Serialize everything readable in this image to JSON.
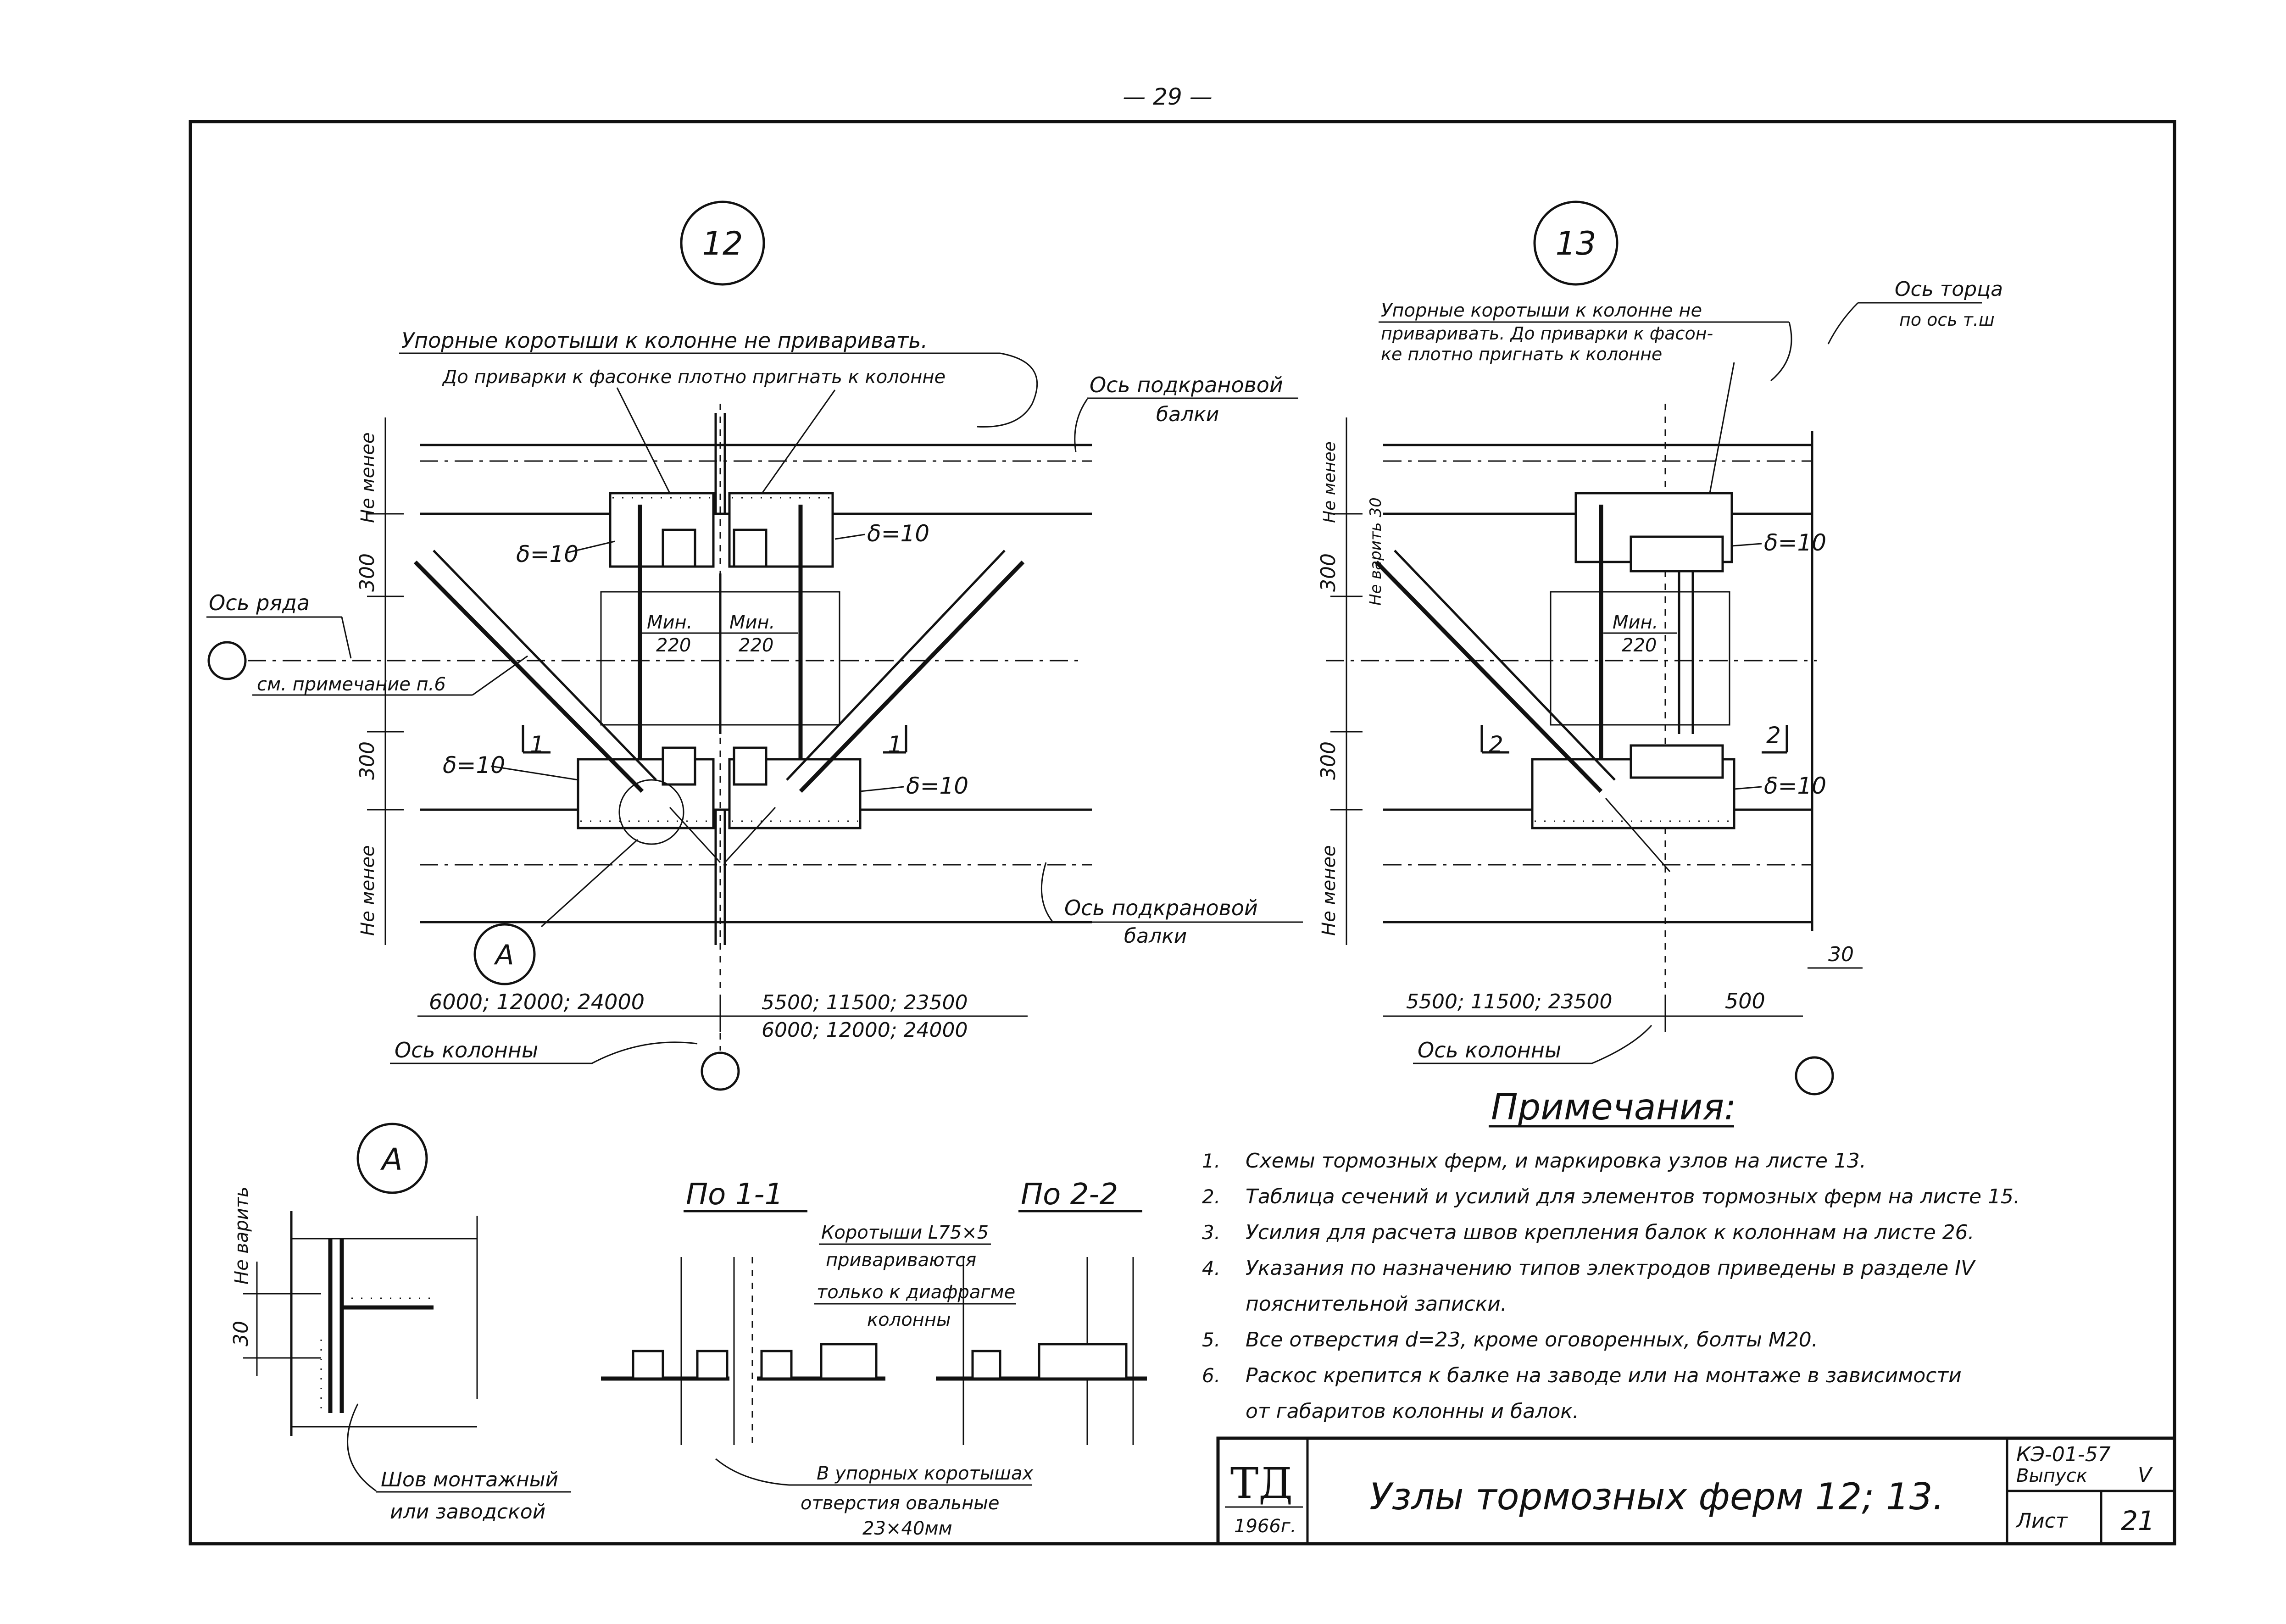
{
  "page_number": "— 29 —",
  "node12": {
    "id": "12",
    "note_top_1": "Упорные коротыши к колонне не приваривать.",
    "note_top_2": "До приварки к фасонке плотно пригнать к колонне",
    "crane_beam_axis_top_1": "Ось подкрановой",
    "crane_beam_axis_top_2": "балки",
    "crane_beam_axis_bot_1": "Ось подкрановой",
    "crane_beam_axis_bot_2": "балки",
    "row_axis": "Ось ряда",
    "see_note": "см. примечание п.6",
    "ne_menee_top": "Не менее",
    "ne_menee_bot": "Не менее",
    "dim_300_top": "300",
    "dim_300_bot": "300",
    "delta_tl": "δ=10",
    "delta_tr": "δ=10",
    "delta_bl": "δ=10",
    "delta_br": "δ=10",
    "min_label": "Мин.",
    "min_value": "220",
    "section_1": "1",
    "detail_a": "А",
    "span_left": "6000; 12000; 24000",
    "span_right_1": "5500; 11500; 23500",
    "span_right_2": "6000; 12000; 24000",
    "column_axis": "Ось колонны"
  },
  "node13": {
    "id": "13",
    "note_top_1": "Упорные коротыши к колонне не",
    "note_top_2": "приваривать. До приварки к фасон-",
    "note_top_3": "ке плотно пригнать к колонне",
    "end_axis_1": "Ось торца",
    "end_axis_2": "по ось т.ш",
    "ne_menee_top": "Не менее",
    "ne_menee_bot": "Не менее",
    "ne_varit": "Не варить 30",
    "dim_300_top": "300",
    "dim_300_bot": "300",
    "delta_t": "δ=10",
    "delta_b": "δ=10",
    "min_label": "Мин.",
    "min_value": "220",
    "section_2": "2",
    "dim_30": "30",
    "span": "5500; 11500; 23500",
    "dim_500": "500",
    "column_axis": "Ось колонны"
  },
  "detail_a": {
    "id": "А",
    "ne_varit": "Не варить",
    "dim_30": "30",
    "weld_1": "Шов монтажный",
    "weld_2": "или заводской"
  },
  "sections": {
    "sec11": "По 1-1",
    "sec22": "По 2-2",
    "note_1": "Коротыши L75×5",
    "note_2": "привариваются",
    "note_3": "только к диафрагме",
    "note_4": "колонны",
    "holes_1": "В упорных коротышах",
    "holes_2": "отверстия овальные",
    "holes_3": "23×40мм"
  },
  "notes": {
    "title": "Примечания:",
    "items": [
      {
        "n": "1.",
        "t": "Схемы тормозных ферм, и маркировка узлов на листе 13."
      },
      {
        "n": "2.",
        "t": "Таблица сечений и усилий для элементов тормозных ферм на листе 15."
      },
      {
        "n": "3.",
        "t": "Усилия для расчета швов крепления балок к колоннам на листе 26."
      },
      {
        "n": "4.",
        "t": "Указания по назначению типов электродов приведены в разделе IV"
      },
      {
        "n": "",
        "t": "пояснительной записки."
      },
      {
        "n": "5.",
        "t": "Все отверстия d=23, кроме оговоренных, болты М20."
      },
      {
        "n": "6.",
        "t": "Раскос крепится к балке на заводе или на монтаже в зависимости"
      },
      {
        "n": "",
        "t": "от габаритов колонны и балок."
      }
    ]
  },
  "title_block": {
    "logo": "ТД",
    "year": "1966г.",
    "title": "Узлы тормозных ферм 12; 13.",
    "code": "КЭ-01-57",
    "issue_label": "Выпуск",
    "issue": "V",
    "sheet_label": "Лист",
    "sheet": "21"
  }
}
